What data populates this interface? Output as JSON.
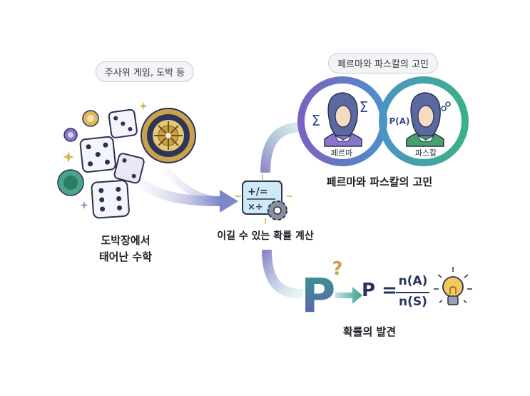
{
  "gambling": {
    "bubble": "주사위 게임, 도박 등",
    "title_line1": "도박장에서",
    "title_line2": "태어난 수학"
  },
  "calculation": {
    "label": "이길 수 있는 확률 계산"
  },
  "mathematicians": {
    "bubble": "페르마와 파스칼의 고민",
    "fermat_label": "페르마",
    "pascal_label": "파스칼",
    "fermat_symbol": "Σ",
    "pascal_symbol": "P(A)",
    "title": "페르마와 파스칼의 고민"
  },
  "discovery": {
    "big_letter": "P",
    "question": "?",
    "formula_lhs": "P =",
    "numerator": "n(A)",
    "denominator": "n(S)",
    "title": "확률의 발견"
  },
  "colors": {
    "purple": "#7b68c4",
    "teal": "#3aa88a",
    "navy": "#26335e",
    "gold": "#d9b44a"
  }
}
